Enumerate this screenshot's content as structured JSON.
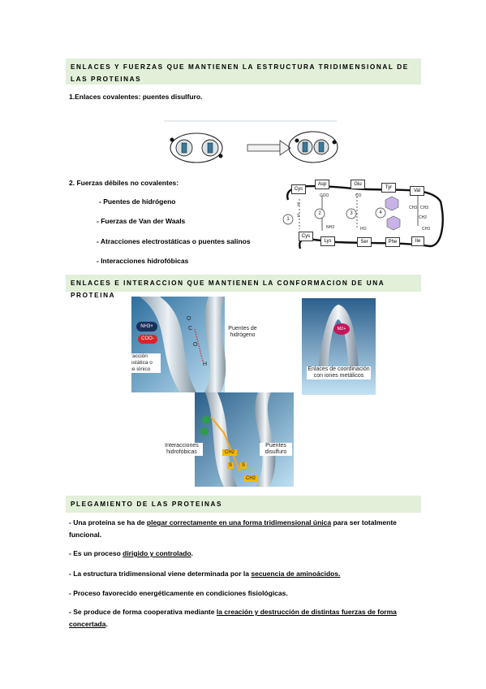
{
  "sections": {
    "s1_title": "ENLACES Y FUERZAS QUE MANTIENEN LA ESTRUCTURA TRIDIMENSIONAL DE LAS PROTEINAS",
    "s2_title": "ENLACES E INTERACCION QUE MANTIENEN LA CONFORMACION DE UNA PROTEINA",
    "s3_title": "PLEGAMIENTO DE LAS PROTEINAS"
  },
  "covalent": {
    "heading": "1.Enlaces covalentes: puentes disulfuro."
  },
  "weak": {
    "heading": "2. Fuerzas débiles no covalentes:",
    "items": [
      "- Puentes de hidrógeno",
      "- Fuerzas de Van der Waals",
      "- Atracciones electrostáticas o puentes salinos",
      "- Interacciones hidrofóbicas"
    ]
  },
  "chain": {
    "top_residues": [
      "Cys",
      "Asp",
      "Glu",
      "Tyr",
      "Val"
    ],
    "bottom_residues": [
      "Cys",
      "Lys",
      "Ser",
      "Phe",
      "Ile"
    ],
    "side_labels": [
      "S",
      "S",
      "COO",
      "NH3",
      "CO",
      "HO",
      "CH3",
      "CH3",
      "CH2",
      "CH3"
    ],
    "numbers": [
      "1",
      "2",
      "3",
      "4"
    ]
  },
  "figures": {
    "fig1": {
      "nh3": "NH3+",
      "coo": "COO-",
      "ionic": "Interacción electrostática o Enlace iónico",
      "hbond": "Puentes de hidrógeno",
      "atoms": [
        "O",
        "C",
        "O",
        "H"
      ]
    },
    "fig2": {
      "metal": "M2+",
      "coord": "Enlaces de coordinación con iones metálicos"
    },
    "fig3": {
      "hydro": "Interacciones hidrofóbicas",
      "disulf": "Puentes disulfuro",
      "ch2": "CH2",
      "s1": "S",
      "s2": "S",
      "ch2b": "CH2"
    }
  },
  "folding": {
    "p1": {
      "a": "- Una proteína se ha de ",
      "u": "plegar correctamente en una forma tridimensional única",
      "b": " para ser totalmente funcional."
    },
    "p2": {
      "a": " - Es un proceso ",
      "u": "dirigido y controlado",
      "b": "."
    },
    "p3": {
      "a": "- La estructura tridimensional viene determinada por la ",
      "u": "secuencia de aminoácidos.",
      "b": ""
    },
    "p4": {
      "a": " - Proceso favorecido energéticamente en condiciones fisiológicas.",
      "u": "",
      "b": ""
    },
    "p5": {
      "a": "- Se produce de forma cooperativa mediante ",
      "u": "la creación y destrucción de distintas fuerzas de forma concertada",
      "b": "."
    }
  }
}
